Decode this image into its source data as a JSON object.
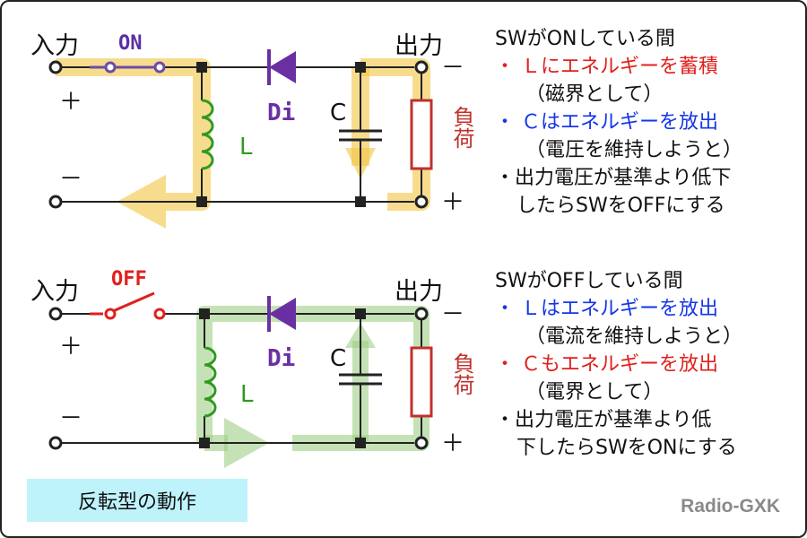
{
  "colors": {
    "on_highlight": "#f4c542",
    "off_highlight": "#9fcf86",
    "diode": "#6a2fa3",
    "inductor": "#2f9a1f",
    "load": "#c0312c",
    "red_text": "#e0201c",
    "blue_text": "#1436e8",
    "badge_bg": "#bff3fb"
  },
  "top": {
    "input_label": "入力",
    "output_label": "出力",
    "switch_label": "ON",
    "plus": "＋",
    "minus": "－",
    "diode_label": "Di",
    "inductor_label": "L",
    "cap_label": "C",
    "load_label": "負荷",
    "notes": [
      {
        "text": "SWがONしている間",
        "color": "dark"
      },
      {
        "text": "・ Ｌにエネルギーを蓄積",
        "color": "red"
      },
      {
        "text": "（磁界として）",
        "color": "dark"
      },
      {
        "text": "・ Ｃはエネルギーを放出",
        "color": "blue"
      },
      {
        "text": "（電圧を維持しようと）",
        "color": "dark"
      },
      {
        "text": "・出力電圧が基準より低下",
        "color": "dark"
      },
      {
        "text": "したらSWをOFFにする",
        "color": "dark"
      }
    ]
  },
  "bottom": {
    "input_label": "入力",
    "output_label": "出力",
    "switch_label": "OFF",
    "plus": "＋",
    "minus": "－",
    "diode_label": "Di",
    "inductor_label": "L",
    "cap_label": "C",
    "load_label": "負荷",
    "notes": [
      {
        "text": "SWがOFFしている間",
        "color": "dark"
      },
      {
        "text": "・ Ｌはエネルギーを放出",
        "color": "blue"
      },
      {
        "text": "（電流を維持しようと）",
        "color": "dark"
      },
      {
        "text": "・ Ｃもエネルギーを放出",
        "color": "red"
      },
      {
        "text": "（電界として）",
        "color": "dark"
      },
      {
        "text": "・出力電圧が基準より低",
        "color": "dark"
      },
      {
        "text": "下したらSWをONにする",
        "color": "dark"
      }
    ]
  },
  "badge": "反転型の動作",
  "credit": "Radio-GXK"
}
